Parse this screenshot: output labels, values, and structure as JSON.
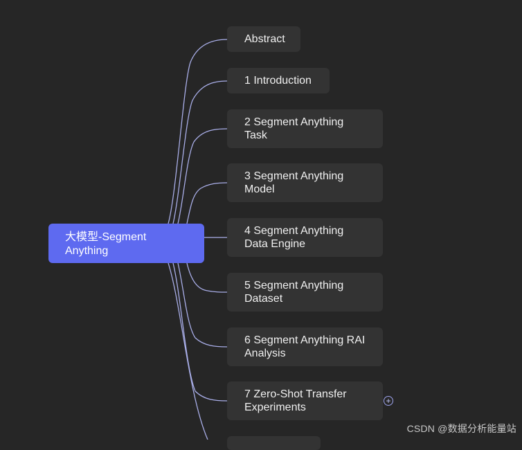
{
  "root": {
    "label": "大模型-Segment Anything",
    "color": "#5e6af0"
  },
  "children": [
    {
      "label": "Abstract"
    },
    {
      "label": "1 Introduction"
    },
    {
      "label": "2 Segment Anything Task"
    },
    {
      "label": "3 Segment Anything Model"
    },
    {
      "label": "4 Segment Anything Data Engine"
    },
    {
      "label": "5 Segment Anything Dataset"
    },
    {
      "label": "6 Segment Anything RAI Analysis"
    },
    {
      "label": "7 Zero-Shot Transfer Experiments"
    },
    {
      "label": ""
    }
  ],
  "expand_icon": "plus-circle-icon",
  "expand_symbol": "+",
  "watermark": "CSDN @数据分析能量站",
  "colors": {
    "background": "#262626",
    "node": "#333333",
    "link": "#a9aee8"
  }
}
